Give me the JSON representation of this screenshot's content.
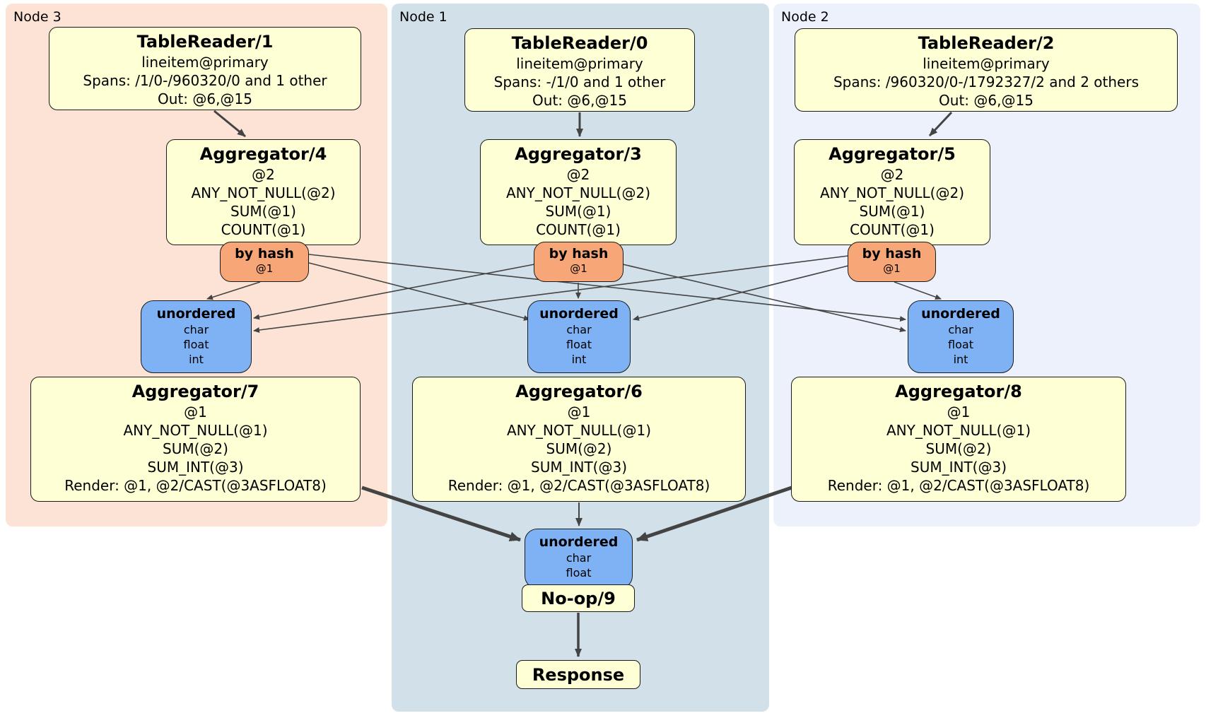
{
  "colors": {
    "node3_bg": "#fce3d6",
    "node1_bg": "#d2e0ea",
    "node2_bg": "#ecf1fb",
    "processor_bg": "#ffffd6",
    "router_bg": "#f7a678",
    "sync_bg": "#7fb2f4",
    "edge": "#444444"
  },
  "regions": {
    "node3": {
      "label": "Node 3"
    },
    "node1": {
      "label": "Node 1"
    },
    "node2": {
      "label": "Node 2"
    }
  },
  "boxes": {
    "tr1": {
      "title": "TableReader/1",
      "lines": [
        "lineitem@primary",
        "Spans: /1/0-/960320/0 and 1 other",
        "Out: @6,@15"
      ]
    },
    "tr0": {
      "title": "TableReader/0",
      "lines": [
        "lineitem@primary",
        "Spans: -/1/0 and 1 other",
        "Out: @6,@15"
      ]
    },
    "tr2": {
      "title": "TableReader/2",
      "lines": [
        "lineitem@primary",
        "Spans: /960320/0-/1792327/2 and 2 others",
        "Out: @6,@15"
      ]
    },
    "agg4": {
      "title": "Aggregator/4",
      "lines": [
        "@2",
        "ANY_NOT_NULL(@2)",
        "SUM(@1)",
        "COUNT(@1)"
      ]
    },
    "agg3": {
      "title": "Aggregator/3",
      "lines": [
        "@2",
        "ANY_NOT_NULL(@2)",
        "SUM(@1)",
        "COUNT(@1)"
      ]
    },
    "agg5": {
      "title": "Aggregator/5",
      "lines": [
        "@2",
        "ANY_NOT_NULL(@2)",
        "SUM(@1)",
        "COUNT(@1)"
      ]
    },
    "router3": {
      "title": "by hash",
      "lines": [
        "@1"
      ]
    },
    "router1": {
      "title": "by hash",
      "lines": [
        "@1"
      ]
    },
    "router2": {
      "title": "by hash",
      "lines": [
        "@1"
      ]
    },
    "sync3": {
      "title": "unordered",
      "lines": [
        "char",
        "float",
        "int"
      ]
    },
    "sync1": {
      "title": "unordered",
      "lines": [
        "char",
        "float",
        "int"
      ]
    },
    "sync2": {
      "title": "unordered",
      "lines": [
        "char",
        "float",
        "int"
      ]
    },
    "agg7": {
      "title": "Aggregator/7",
      "lines": [
        "@1",
        "ANY_NOT_NULL(@1)",
        "SUM(@2)",
        "SUM_INT(@3)",
        "Render: @1, @2/CAST(@3ASFLOAT8)"
      ]
    },
    "agg6": {
      "title": "Aggregator/6",
      "lines": [
        "@1",
        "ANY_NOT_NULL(@1)",
        "SUM(@2)",
        "SUM_INT(@3)",
        "Render: @1, @2/CAST(@3ASFLOAT8)"
      ]
    },
    "agg8": {
      "title": "Aggregator/8",
      "lines": [
        "@1",
        "ANY_NOT_NULL(@1)",
        "SUM(@2)",
        "SUM_INT(@3)",
        "Render: @1, @2/CAST(@3ASFLOAT8)"
      ]
    },
    "sync_final": {
      "title": "unordered",
      "lines": [
        "char",
        "float"
      ]
    },
    "noop": {
      "title": "No-op/9"
    },
    "response": {
      "title": "Response"
    }
  }
}
